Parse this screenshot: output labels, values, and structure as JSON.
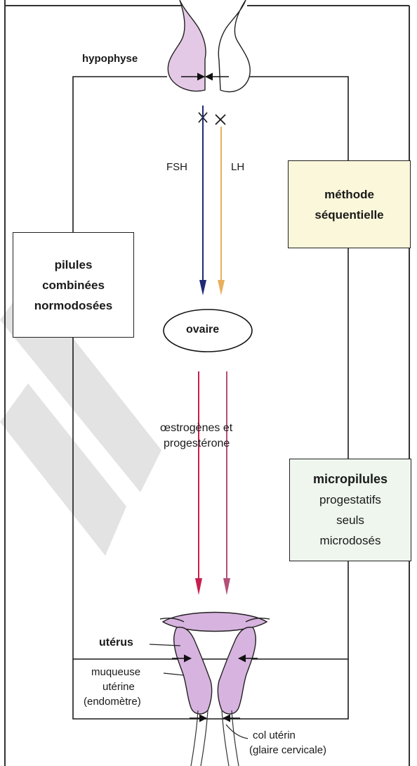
{
  "labels": {
    "hypophyse": "hypophyse",
    "fsh": "FSH",
    "lh": "LH",
    "ovaire": "ovaire",
    "hormones_line1": "œstrogènes et",
    "hormones_line2": "progestérone",
    "uterus": "utérus",
    "muqueuse_line1": "muqueuse",
    "muqueuse_line2": "utérine",
    "muqueuse_line3": "(endomètre)",
    "col_line1": "col utérin",
    "col_line2": "(glaire cervicale)"
  },
  "boxes": {
    "combined": {
      "line1": "pilules",
      "line2": "combinées",
      "line3": "normodosées"
    },
    "sequential": {
      "line1": "méthode",
      "line2": "séquentielle"
    },
    "micro": {
      "line1": "micropilules",
      "line2": "progestatifs",
      "line3": "seuls",
      "line4": "microdosés"
    }
  },
  "colors": {
    "fsh_arrow": "#1f2a78",
    "lh_arrow": "#e8b05c",
    "hormone_arrow_left": "#c81e4e",
    "hormone_arrow_right": "#b25078",
    "organ_fill": "#d7b3df",
    "sequential_fill": "#fbf7da",
    "micro_fill": "#eef6ee"
  }
}
